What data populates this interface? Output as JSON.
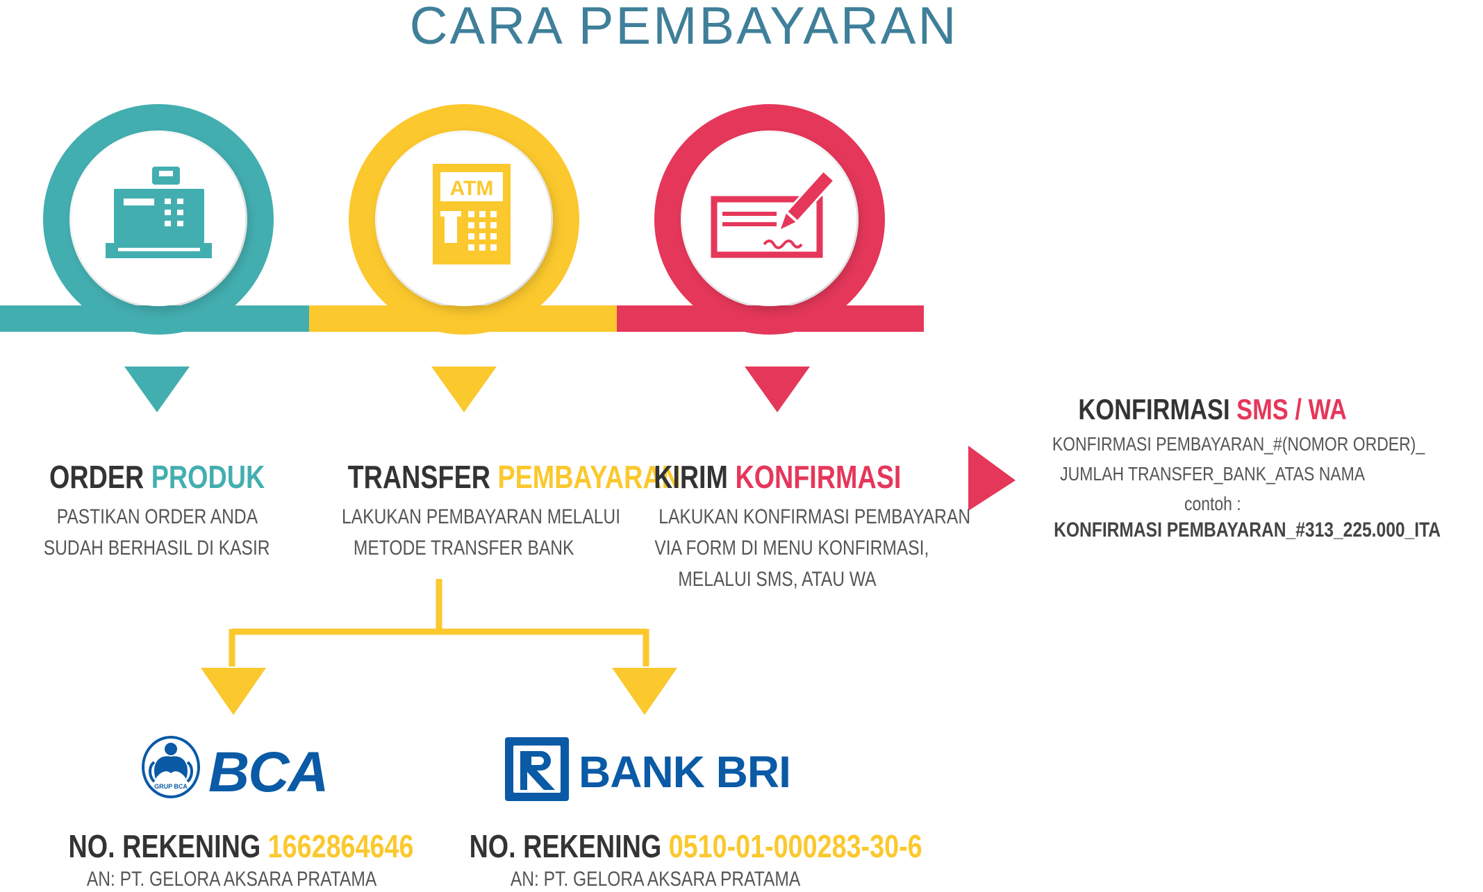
{
  "title": "CARA PEMBAYARAN",
  "colors": {
    "teal": "#43aeb0",
    "yellow": "#fbc82d",
    "pink": "#e5375a",
    "title": "#3f7f99",
    "bank_blue": "#0a5aa6"
  },
  "steps": [
    {
      "icon": "cash-register-icon",
      "heading_a": "ORDER",
      "heading_b": "PRODUK",
      "line1": "PASTIKAN ORDER ANDA",
      "line2": "SUDAH BERHASIL DI KASIR",
      "line3": ""
    },
    {
      "icon": "atm-icon",
      "icon_text": "ATM",
      "heading_a": "TRANSFER",
      "heading_b": "PEMBAYARAN",
      "line1": "LAKUKAN PEMBAYARAN MELALUI",
      "line2": "METODE TRANSFER BANK",
      "line3": ""
    },
    {
      "icon": "check-signing-icon",
      "heading_a": "KIRIM",
      "heading_b": "KONFIRMASI",
      "line1": "LAKUKAN KONFIRMASI PEMBAYARAN",
      "line2": "VIA FORM DI MENU KONFIRMASI,",
      "line3": "MELALUI SMS, ATAU WA"
    }
  ],
  "confirm": {
    "heading_a": "KONFIRMASI",
    "heading_b": "SMS / WA",
    "line1": "KONFIRMASI PEMBAYARAN_#(NOMOR ORDER)_",
    "line2": "JUMLAH TRANSFER_BANK_ATAS NAMA",
    "line3": "contoh :",
    "example": "KONFIRMASI PEMBAYARAN_#313_225.000_ITA"
  },
  "banks": [
    {
      "logo_text": "BCA",
      "logo_sub": "GRUP BCA",
      "rek_label": "NO. REKENING",
      "rek_number": "1662864646",
      "an": "AN: PT. GELORA AKSARA PRATAMA"
    },
    {
      "logo_text": "BANK BRI",
      "rek_label": "NO. REKENING",
      "rek_number": "0510-01-000283-30-6",
      "an": "AN: PT. GELORA AKSARA PRATAMA"
    }
  ]
}
